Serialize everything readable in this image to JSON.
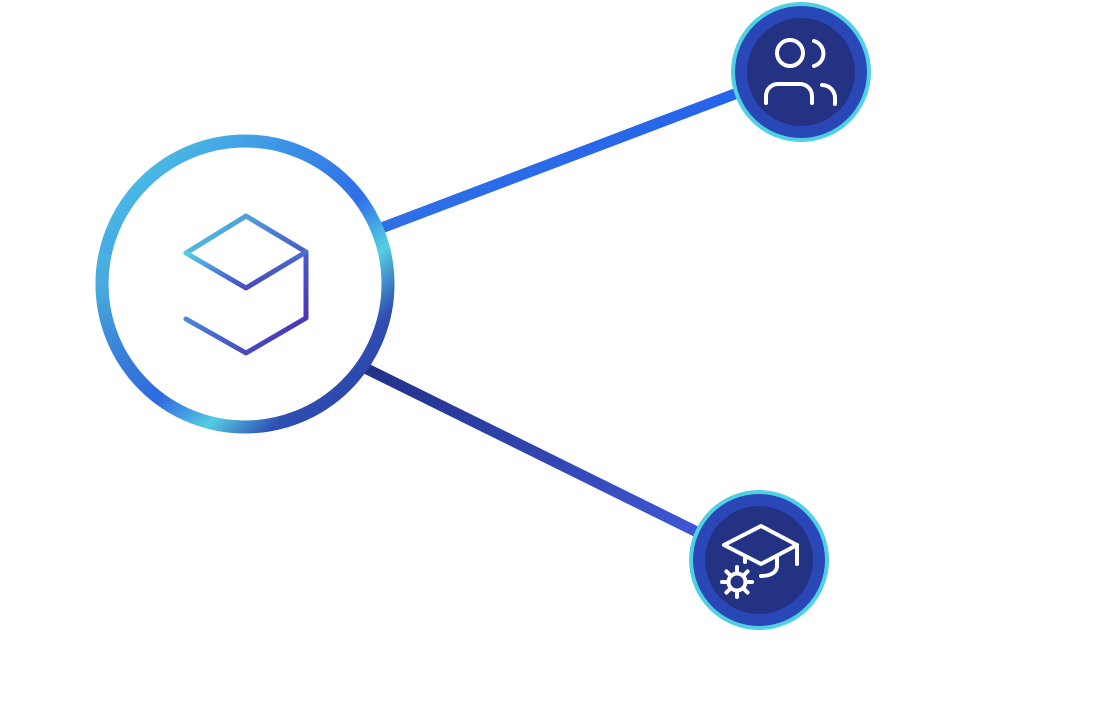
{
  "nodes": [
    {
      "id": "hub",
      "icon": "box-icon",
      "role": "center"
    },
    {
      "id": "users",
      "icon": "users-icon",
      "role": "satellite"
    },
    {
      "id": "training",
      "icon": "graduation-cap-gear-icon",
      "role": "satellite"
    }
  ],
  "edges": [
    {
      "from": "hub",
      "to": "users"
    },
    {
      "from": "hub",
      "to": "training"
    }
  ],
  "colors": {
    "background": "#ffffff",
    "ring_cyan": "#52d3e3",
    "ring_blue": "#2e6ee8",
    "ring_navy": "#2c3b9e",
    "connector_blue": "#2563eb",
    "connector_navy": "#233188",
    "connector_indigo": "#3f57d6",
    "badge_fill_outer": "#2a47b8",
    "badge_fill_inner": "#243283",
    "badge_border": "#4fd1e3",
    "icon_white": "#ffffff",
    "cube_purple": "#4b22b0"
  }
}
